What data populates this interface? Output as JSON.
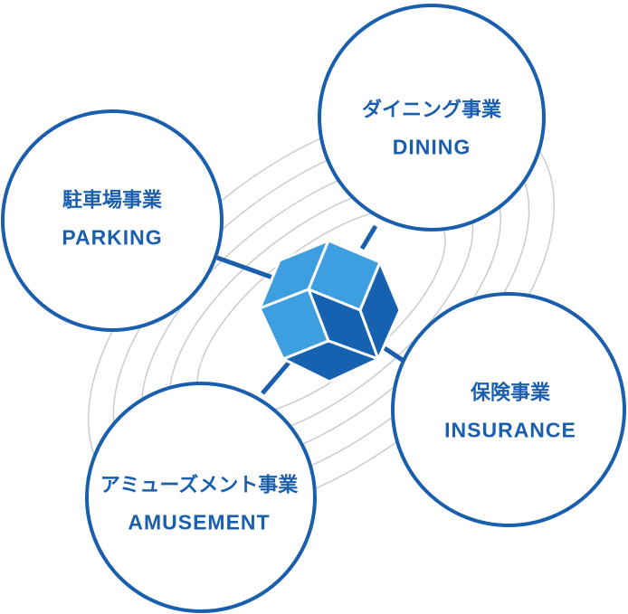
{
  "colors": {
    "ring": "#1a5fae",
    "light": "#3d9ee0",
    "dark": "#1762b0",
    "orbit": "#c8ccd0"
  },
  "nodes": [
    {
      "jp": "駐車場事業",
      "en": "PARKING"
    },
    {
      "jp": "ダイニング事業",
      "en": "DINING"
    },
    {
      "jp": "保険事業",
      "en": "INSURANCE"
    },
    {
      "jp": "アミューズメント事業",
      "en": "AMUSEMENT"
    }
  ]
}
